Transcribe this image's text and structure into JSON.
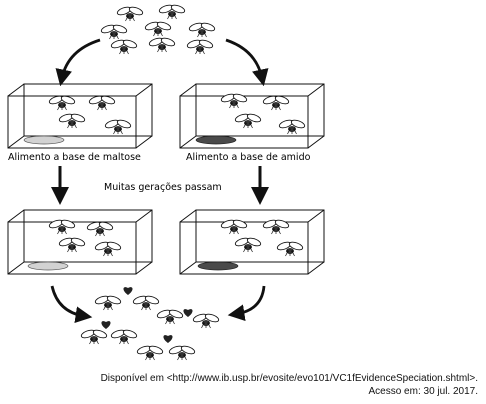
{
  "labels": {
    "maltose": "Alimento a base de maltose",
    "starch": "Alimento a base de amido",
    "generations": "Muitas gerações passam"
  },
  "citation": {
    "line1": "Disponível em <http://www.ib.usp.br/evosite/evo101/VC1fEvidenceSpeciation.shtml>.",
    "line2": "Acesso em: 30 jul. 2017."
  },
  "colors": {
    "maltose_food": "#d2d2d2",
    "starch_food": "#4a4a4a",
    "line": "#111111"
  },
  "icons": [
    "fly-icon",
    "heart-icon",
    "arrow-icon",
    "cage-icon",
    "food-dish-icon"
  ]
}
